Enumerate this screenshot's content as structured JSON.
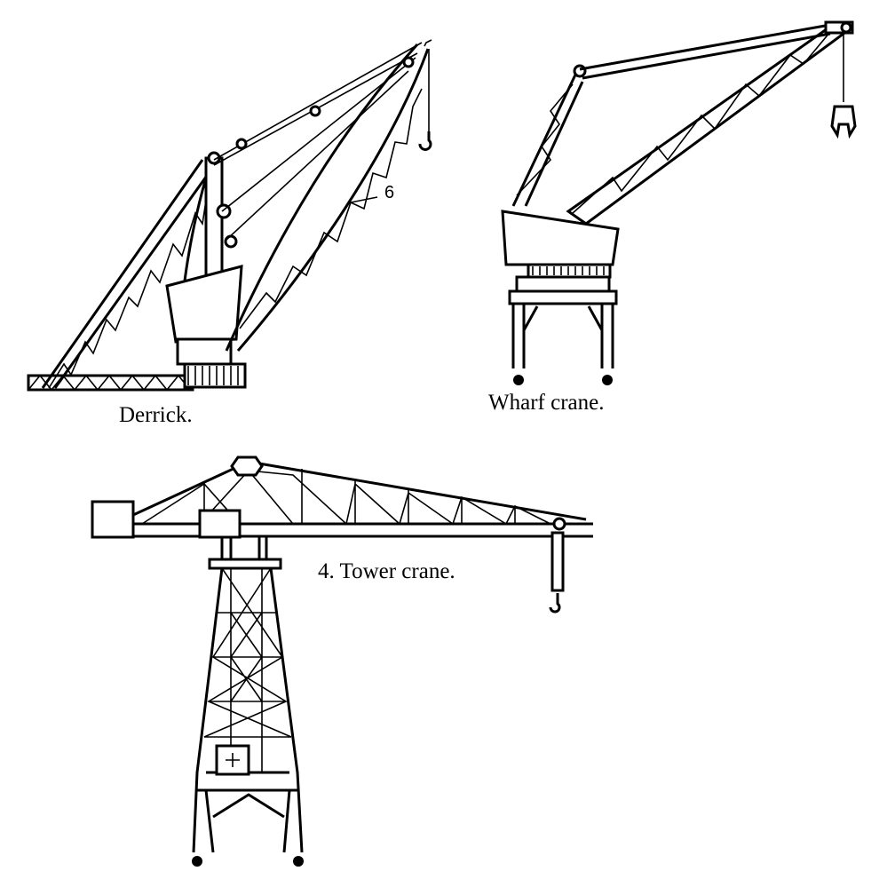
{
  "labels": {
    "derrick": "Derrick.",
    "wharf": "Wharf crane.",
    "tower": "4. Tower crane.",
    "callout": "6"
  },
  "colors": {
    "ink": "#000000",
    "paper": "#ffffff"
  }
}
